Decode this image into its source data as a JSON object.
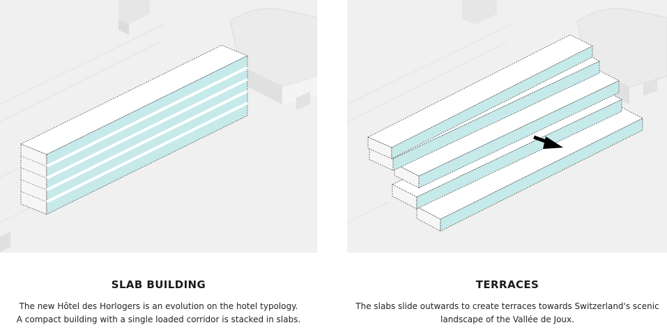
{
  "panels": [
    {
      "title": "SLAB BUILDING",
      "description_line1": "The new Hôtel des Horlogers is an evolution on the hotel typology.",
      "description_line2": "A compact building with a single loaded corridor is stacked in slabs."
    },
    {
      "title": "TERRACES",
      "description_line1": "The slabs slide outwards to create terraces towards Switzerland's scenic",
      "description_line2": "landscape of the Vallée de Joux."
    }
  ],
  "colors": {
    "background": "#f0f0f0",
    "context_building": "#e8e8e8",
    "slab_top": "#ffffff",
    "slab_facade": "#bfe6e8",
    "arrow": "#000000"
  }
}
